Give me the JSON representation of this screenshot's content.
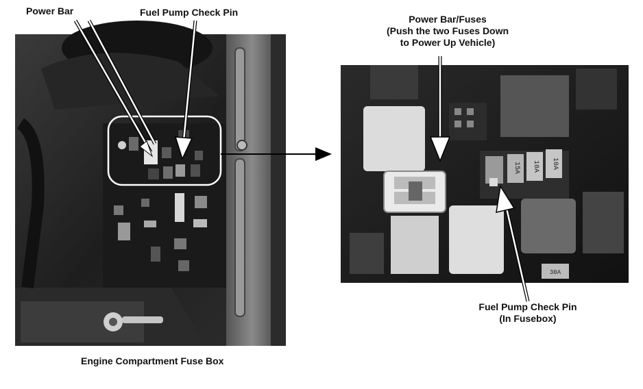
{
  "labels": {
    "power_bar": "Power Bar",
    "fuel_pump_check_pin": "Fuel Pump Check Pin",
    "power_bar_fuses_line1": "Power Bar/Fuses",
    "power_bar_fuses_line2": "(Push the two Fuses Down",
    "power_bar_fuses_line3": "to Power Up Vehicle)",
    "fuel_pump_check_pin_fusebox_line1": "Fuel Pump Check Pin",
    "fuel_pump_check_pin_fusebox_line2": "(In Fusebox)",
    "caption": "Engine Compartment Fuse Box"
  },
  "fuse_markings": {
    "fuse_a": "15A",
    "fuse_b": "10A",
    "fuse_c": "10A",
    "fuse_d": "30A"
  }
}
